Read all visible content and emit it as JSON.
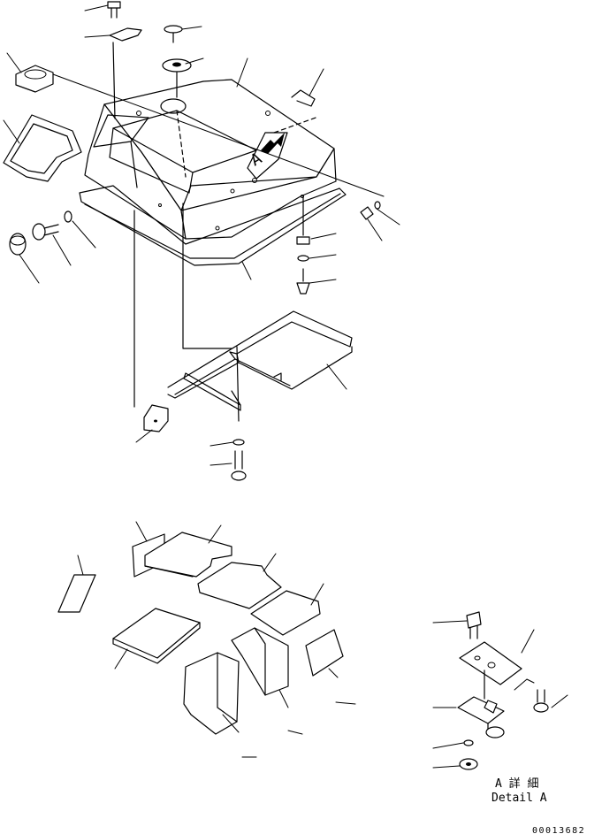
{
  "figure": {
    "view_marker": "A",
    "detail_title_jp": "A 詳 細",
    "detail_title_en": "Detail A",
    "drawing_number": "00013682"
  },
  "colors": {
    "line": "#000000",
    "background": "#ffffff"
  },
  "parts": [
    "bolt",
    "handle-bracket",
    "rubber-cap",
    "grommet",
    "square-nut",
    "seal-gasket",
    "engine-hood",
    "latch-hook",
    "clip-nut",
    "bolt-with-washer",
    "flat-washer",
    "rubber-cushion",
    "hood-seal",
    "spacer-block",
    "washer",
    "tapping-screw",
    "support-frame",
    "mounting-bracket",
    "washer-lower",
    "bolt-lower",
    "insulation-pad-1",
    "insulation-pad-2",
    "insulation-pad-3",
    "insulation-pad-4",
    "insulation-pad-5",
    "insulation-pad-6",
    "insulation-pad-7",
    "insulation-pad-8",
    "insulation-pad-9",
    "detail-bolt",
    "detail-plate",
    "detail-bracket",
    "detail-bolt-side",
    "detail-washer",
    "detail-nut"
  ]
}
